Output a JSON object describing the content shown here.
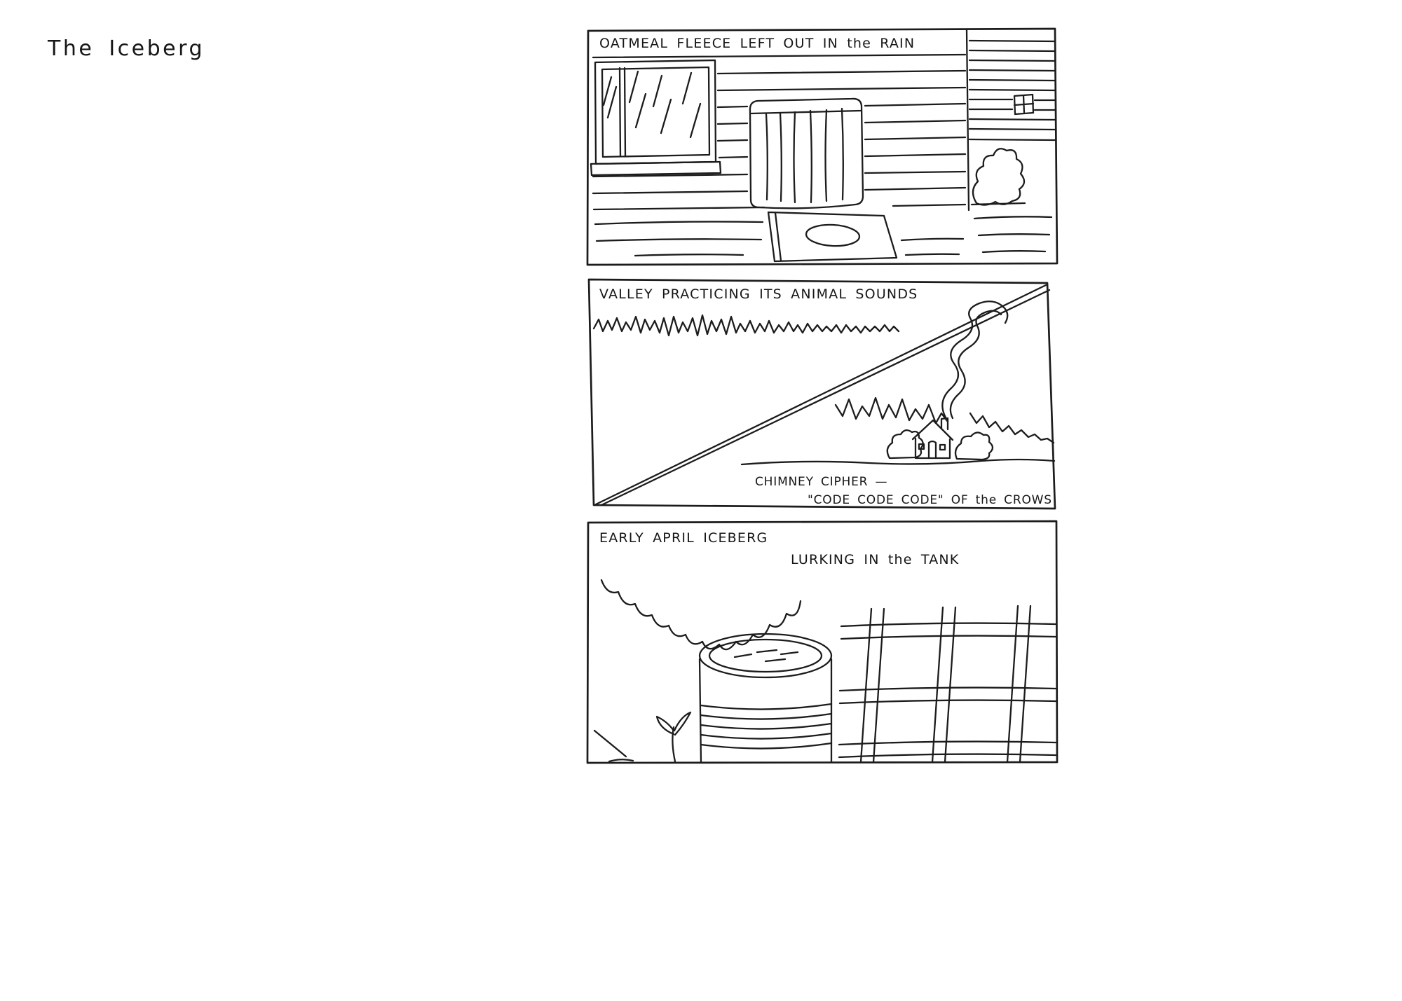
{
  "page": {
    "title": "The Iceberg",
    "paper_color": "#ffffff",
    "ink_color": "#1c1c1c"
  },
  "panels": [
    {
      "caption": "OATMEAL FLEECE LEFT OUT IN the RAIN"
    },
    {
      "caption": "VALLEY PRACTICING ITS ANIMAL SOUNDS",
      "footer_line1": "CHIMNEY CIPHER —",
      "footer_line2": "\"CODE CODE CODE\" OF the CROWS"
    },
    {
      "caption_line1": "EARLY APRIL ICEBERG",
      "caption_line2": "LURKING IN the TANK"
    }
  ]
}
